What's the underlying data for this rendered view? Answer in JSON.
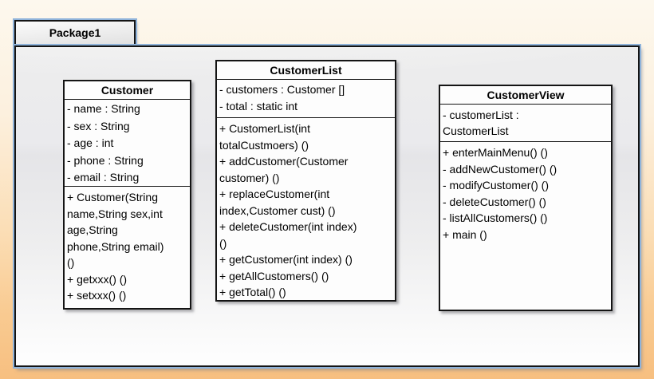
{
  "package": {
    "label": "Package1"
  },
  "classes": [
    {
      "name": "Customer",
      "attributes": [
        "- name : String",
        "- sex : String",
        "- age : int",
        "- phone : String",
        "- email : String"
      ],
      "methods": [
        "+ Customer(String\nname,String sex,int\nage,String\nphone,String email)\n()",
        "+ getxxx() ()",
        "+ setxxx() ()"
      ]
    },
    {
      "name": "CustomerList",
      "attributes": [
        "- customers : Customer []",
        "- total : static int"
      ],
      "methods": [
        "+ CustomerList(int\ntotalCustmoers) ()",
        "+ addCustomer(Customer\ncustomer) ()",
        "+ replaceCustomer(int\nindex,Customer cust) ()",
        "+ deleteCustomer(int index)\n()",
        "+ getCustomer(int index) ()",
        "+ getAllCustomers() ()",
        "+ getTotal() ()"
      ]
    },
    {
      "name": "CustomerView",
      "attributes": [
        "- customerList :\nCustomerList"
      ],
      "methods": [
        "+ enterMainMenu() ()",
        "- addNewCustomer() ()",
        "- modifyCustomer() ()",
        "- deleteCustomer() ()",
        "- listAllCustomers() ()",
        "+ main ()"
      ]
    }
  ],
  "colors": {
    "background_top": "#fdf8ee",
    "background_bottom": "#f7bf80",
    "package_fill": "#ededed",
    "package_glow": "#8fb3da",
    "box_fill": "#fdfdfd",
    "border": "#141414",
    "box_shadow": "#737378"
  }
}
